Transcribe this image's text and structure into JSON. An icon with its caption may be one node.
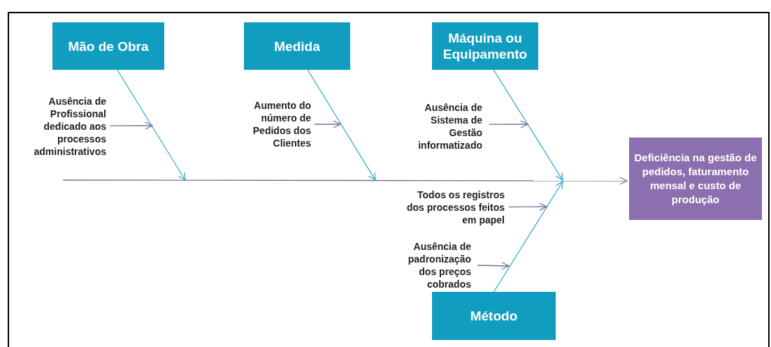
{
  "diagram": {
    "nodes": [
      {
        "text": [
          "Mão de Obra"
        ]
      },
      {
        "text": [
          "Medida"
        ]
      },
      {
        "text": [
          "Máquina ou Equipamento"
        ]
      },
      {
        "text": [
          "Ausência de Profissional dedicado aos processos administrativos"
        ]
      },
      {
        "text": [
          "Aumento do número de Pedidos dos Clientes"
        ]
      },
      {
        "text": [
          "Ausência de Sistema de Gestão informatizado"
        ]
      },
      {
        "text": [
          "Todos os registros dos processos feitos em papel"
        ]
      },
      {
        "text": [
          "Ausência de padronização dos preços cobrados"
        ]
      },
      {
        "text": [
          "Método"
        ]
      },
      {
        "text": [
          "Deficiência na gestão de pedidos, faturamento mensal e custo de produção"
        ]
      }
    ],
    "edges": [
      {
        "from": null,
        "to": 9,
        "arrow": "to"
      },
      {
        "from": 0,
        "to": null,
        "arrow": "to",
        "color": "#3aa8c8"
      },
      {
        "from": 1,
        "to": null,
        "arrow": "to",
        "color": "#3aa8c8"
      },
      {
        "from": 2,
        "to": null,
        "arrow": "to",
        "color": "#3aa8c8"
      },
      {
        "from": 8,
        "to": null,
        "arrow": "to",
        "color": "#3aa8c8"
      },
      {
        "from": 3,
        "to": null,
        "arrow": "to"
      },
      {
        "from": 4,
        "to": null,
        "arrow": "to"
      },
      {
        "from": 5,
        "to": null,
        "arrow": "to"
      },
      {
        "from": 6,
        "to": null,
        "arrow": "to"
      },
      {
        "from": 7,
        "to": null,
        "arrow": "to"
      }
    ]
  }
}
